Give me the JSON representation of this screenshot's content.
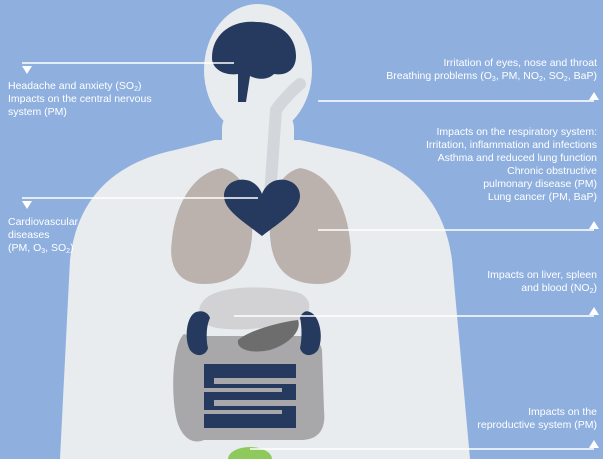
{
  "labels": {
    "head_left": {
      "line1": {
        "pre": "Headache and anxiety (SO",
        "sub": "2",
        "post": ")"
      },
      "line2": "Impacts on the central nervous",
      "line3": "system (PM)"
    },
    "eyes_right": {
      "line1": "Irritation of eyes, nose and throat",
      "line2": {
        "t1": "Breathing problems (O",
        "s1": "3",
        "t2": ", PM, NO",
        "s2": "2",
        "t3": ", SO",
        "s3": "2",
        "t4": ", BaP)"
      }
    },
    "respiratory_right": [
      "Impacts on the respiratory system:",
      "Irritation, inflammation and infections",
      "Asthma and reduced lung function",
      "Chronic obstructive",
      "pulmonary disease (PM)",
      "Lung cancer (PM, BaP)"
    ],
    "cardio_left": {
      "line1": "Cardiovascular",
      "line2": "diseases",
      "line3": {
        "t1": "(PM, O",
        "s1": "3",
        "t2": ", SO",
        "s2": "2",
        "t3": ")"
      }
    },
    "liver_right": {
      "line1": "Impacts on liver, spleen",
      "line2": {
        "pre": "and blood (NO",
        "sub": "2",
        "post": ")"
      }
    },
    "reproductive_right": {
      "line1": "Impacts on the",
      "line2": "reproductive system (PM)"
    }
  },
  "colors": {
    "background": "#8fb0df",
    "body": "#e9ecef",
    "organs_dark": "#253a5e",
    "lungs": "#bbb2ad",
    "intestine": "#a8a8aa",
    "stomach": "#d2d2d4",
    "liver_small": "#6d6d6d",
    "reproductive": "#8ec95b",
    "lines": "#ffffff"
  }
}
